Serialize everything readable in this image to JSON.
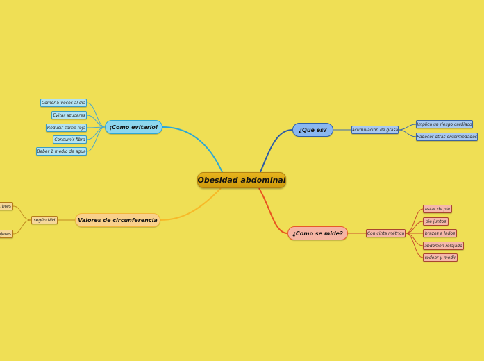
{
  "center": {
    "label": "Obesidad abdominal"
  },
  "como_evitarlo": {
    "label": "¡Como evitarlo!",
    "items": [
      "Comer 5 veces al dia",
      "Evitar azucares",
      "Reducir carne roja",
      "Consumir fibra",
      "Beber 1 medio de agua"
    ]
  },
  "que_es": {
    "label": "¿Que es?",
    "child": "acumulación de grasa",
    "items": [
      "Implica un riesgo cardiaco",
      "Padecer otras enfermedades"
    ]
  },
  "valores": {
    "label": "Valores de circunferencia",
    "child": "según NIH",
    "items": [
      "rbres",
      "ujeres"
    ]
  },
  "como_se_mide": {
    "label": "¿Como se mide?",
    "child": "Con cinta métrica",
    "items": [
      "estar de pie",
      "pie juntos",
      "brazos a lados",
      "abdomen relajado",
      "rodear y medir"
    ]
  },
  "colors": {
    "background": "#efdf55",
    "blue_branch": "#2aa7d6",
    "navy_branch": "#2b5aa6",
    "orange_branch": "#f7b928",
    "red_branch": "#e8541f"
  }
}
